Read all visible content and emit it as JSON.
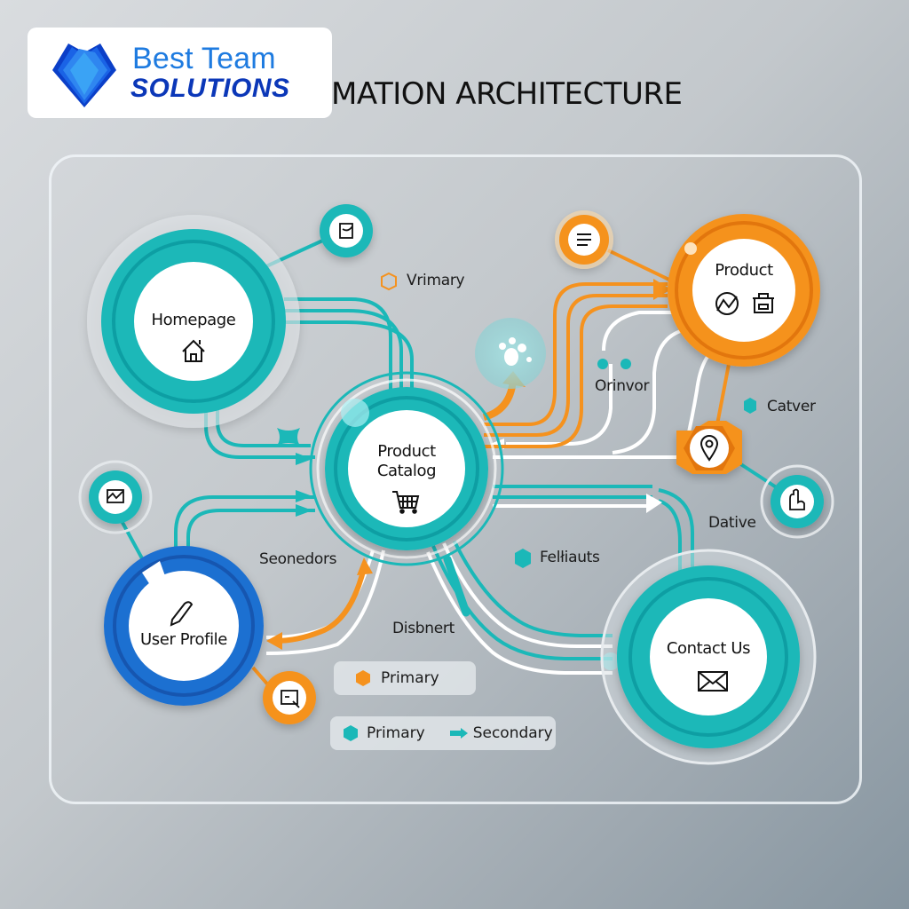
{
  "header": {
    "logo": {
      "line1": "Best Team",
      "line2": "SOLUTIONS"
    },
    "title": "MATION ARCHITECTURE"
  },
  "colors": {
    "teal": "#1bb8b8",
    "teal_dark": "#0e9ea3",
    "orange": "#f5921e",
    "orange_dark": "#e2760c",
    "blue": "#1f6fd1",
    "blue_dark": "#1557b0",
    "white": "#ffffff",
    "frame": "#eef2f6"
  },
  "nodes": {
    "homepage": {
      "label": "Homepage",
      "icon": "house-icon"
    },
    "catalog": {
      "label_line1": "Product",
      "label_line2": "Catalog",
      "icon": "shopping-cart-icon"
    },
    "product": {
      "label": "Product",
      "icons": [
        "chart-trend-icon",
        "box-icon"
      ]
    },
    "user_profile": {
      "label": "User Profile",
      "icon": "pen-icon"
    },
    "contact": {
      "label": "Contact Us",
      "icon": "envelope-icon"
    },
    "satellites": [
      {
        "id": "top-task",
        "icon": "checklist-icon",
        "color": "teal"
      },
      {
        "id": "orange-list",
        "icon": "list-icon",
        "color": "orange"
      },
      {
        "id": "left-mail",
        "icon": "mail-chart-icon",
        "color": "teal"
      },
      {
        "id": "bottom-screen",
        "icon": "screen-cursor-icon",
        "color": "orange"
      },
      {
        "id": "location",
        "icon": "map-pin-icon",
        "color": "orange"
      },
      {
        "id": "right-hand",
        "icon": "hand-icon",
        "color": "teal"
      },
      {
        "id": "bubble",
        "icon": "sparkle-cluster-icon",
        "color": "teal-light"
      }
    ]
  },
  "labels": {
    "vrimary": "Vrimary",
    "orinvor": "Orinvor",
    "catver": "Catver",
    "dative": "Dative",
    "seonedors": "Seonedors",
    "felhauts": "Felłiauts",
    "disbnert": "Disbnert"
  },
  "legend": {
    "box1": {
      "label": "Primary",
      "swatch": "orange-hexagon"
    },
    "box2": [
      {
        "label": "Primary",
        "swatch": "teal-hexagon"
      },
      {
        "label": "Secondary",
        "swatch": "teal-arrow"
      }
    ]
  }
}
